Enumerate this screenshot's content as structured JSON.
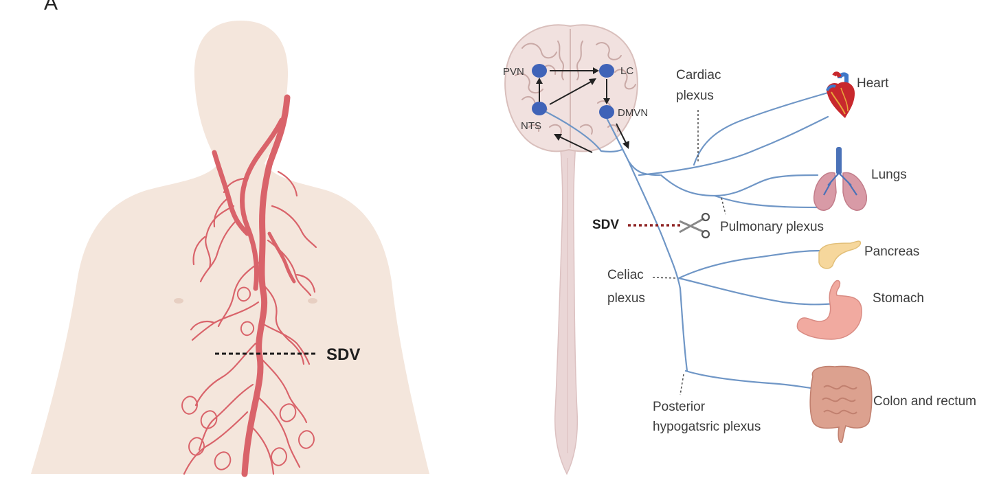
{
  "panel_label": "A",
  "left_panel": {
    "sdv_label": "SDV"
  },
  "right_panel": {
    "nuclei": {
      "pvn": "PVN",
      "lc": "LC",
      "nts": "NTS",
      "dmvn": "DMVN"
    },
    "plexuses": {
      "cardiac_line1": "Cardiac",
      "cardiac_line2": "plexus",
      "pulmonary": "Pulmonary plexus",
      "celiac_line1": "Celiac",
      "celiac_line2": "plexus",
      "posterior_line1": "Posterior",
      "posterior_line2": "hypogatsric plexus"
    },
    "sdv_label": "SDV",
    "organs": {
      "heart": "Heart",
      "lungs": "Lungs",
      "pancreas": "Pancreas",
      "stomach": "Stomach",
      "colon": "Colon and rectum"
    }
  },
  "colors": {
    "skin": "#f4e6dc",
    "vagus_nerve": "#d9636a",
    "nerve_fiber": "#6f96c6",
    "nucleus": "#3f63b8",
    "brain": "#f1e1df",
    "sdv_cut_line": "#8e2323"
  },
  "icons": {
    "cut": "scissors-icon",
    "heart": "heart-icon",
    "lungs": "lungs-icon",
    "pancreas": "pancreas-icon",
    "stomach": "stomach-icon",
    "colon": "colon-icon"
  }
}
